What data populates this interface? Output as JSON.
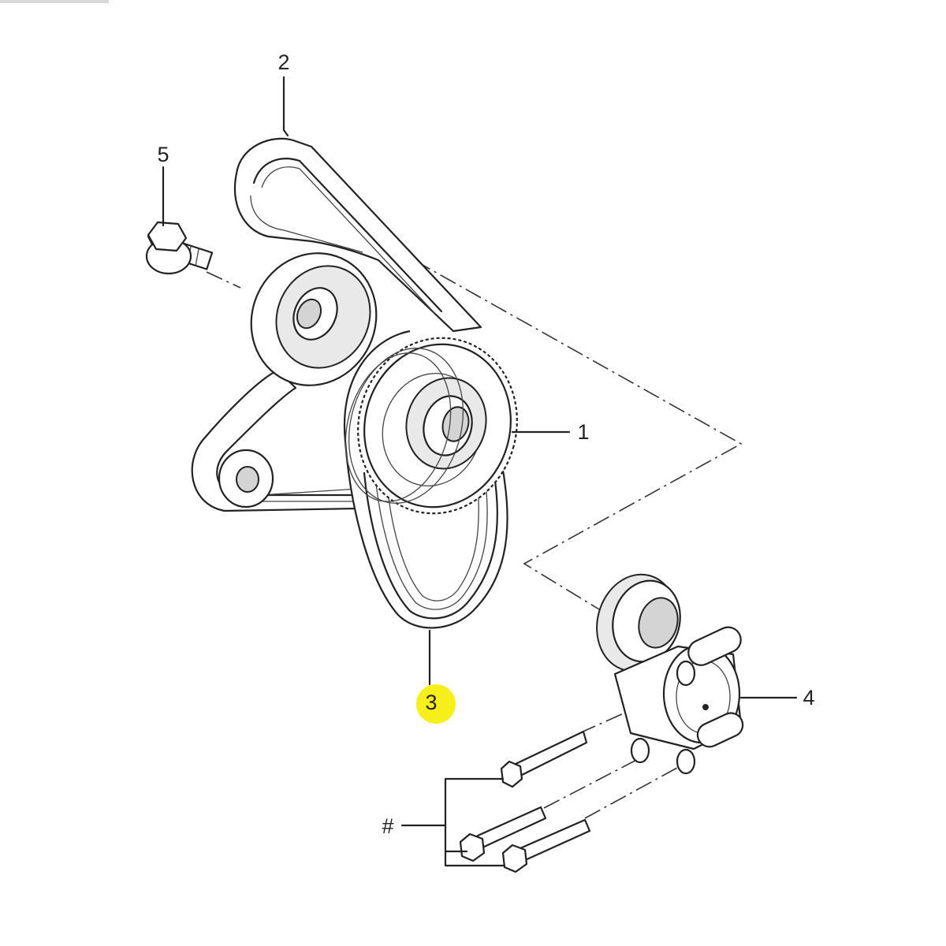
{
  "diagram": {
    "callouts": {
      "c1": "1",
      "c2": "2",
      "c3": "3",
      "c4": "4",
      "c5": "5",
      "hash": "#"
    },
    "highlight_color": "#f7ef1a",
    "line_color": "#222222",
    "parts": [
      "idler-pulley",
      "ribbed-drive-belt",
      "accessory-drive-belt",
      "belt-tensioner",
      "flange-bolt",
      "tensioner-mounting-bolts"
    ]
  }
}
